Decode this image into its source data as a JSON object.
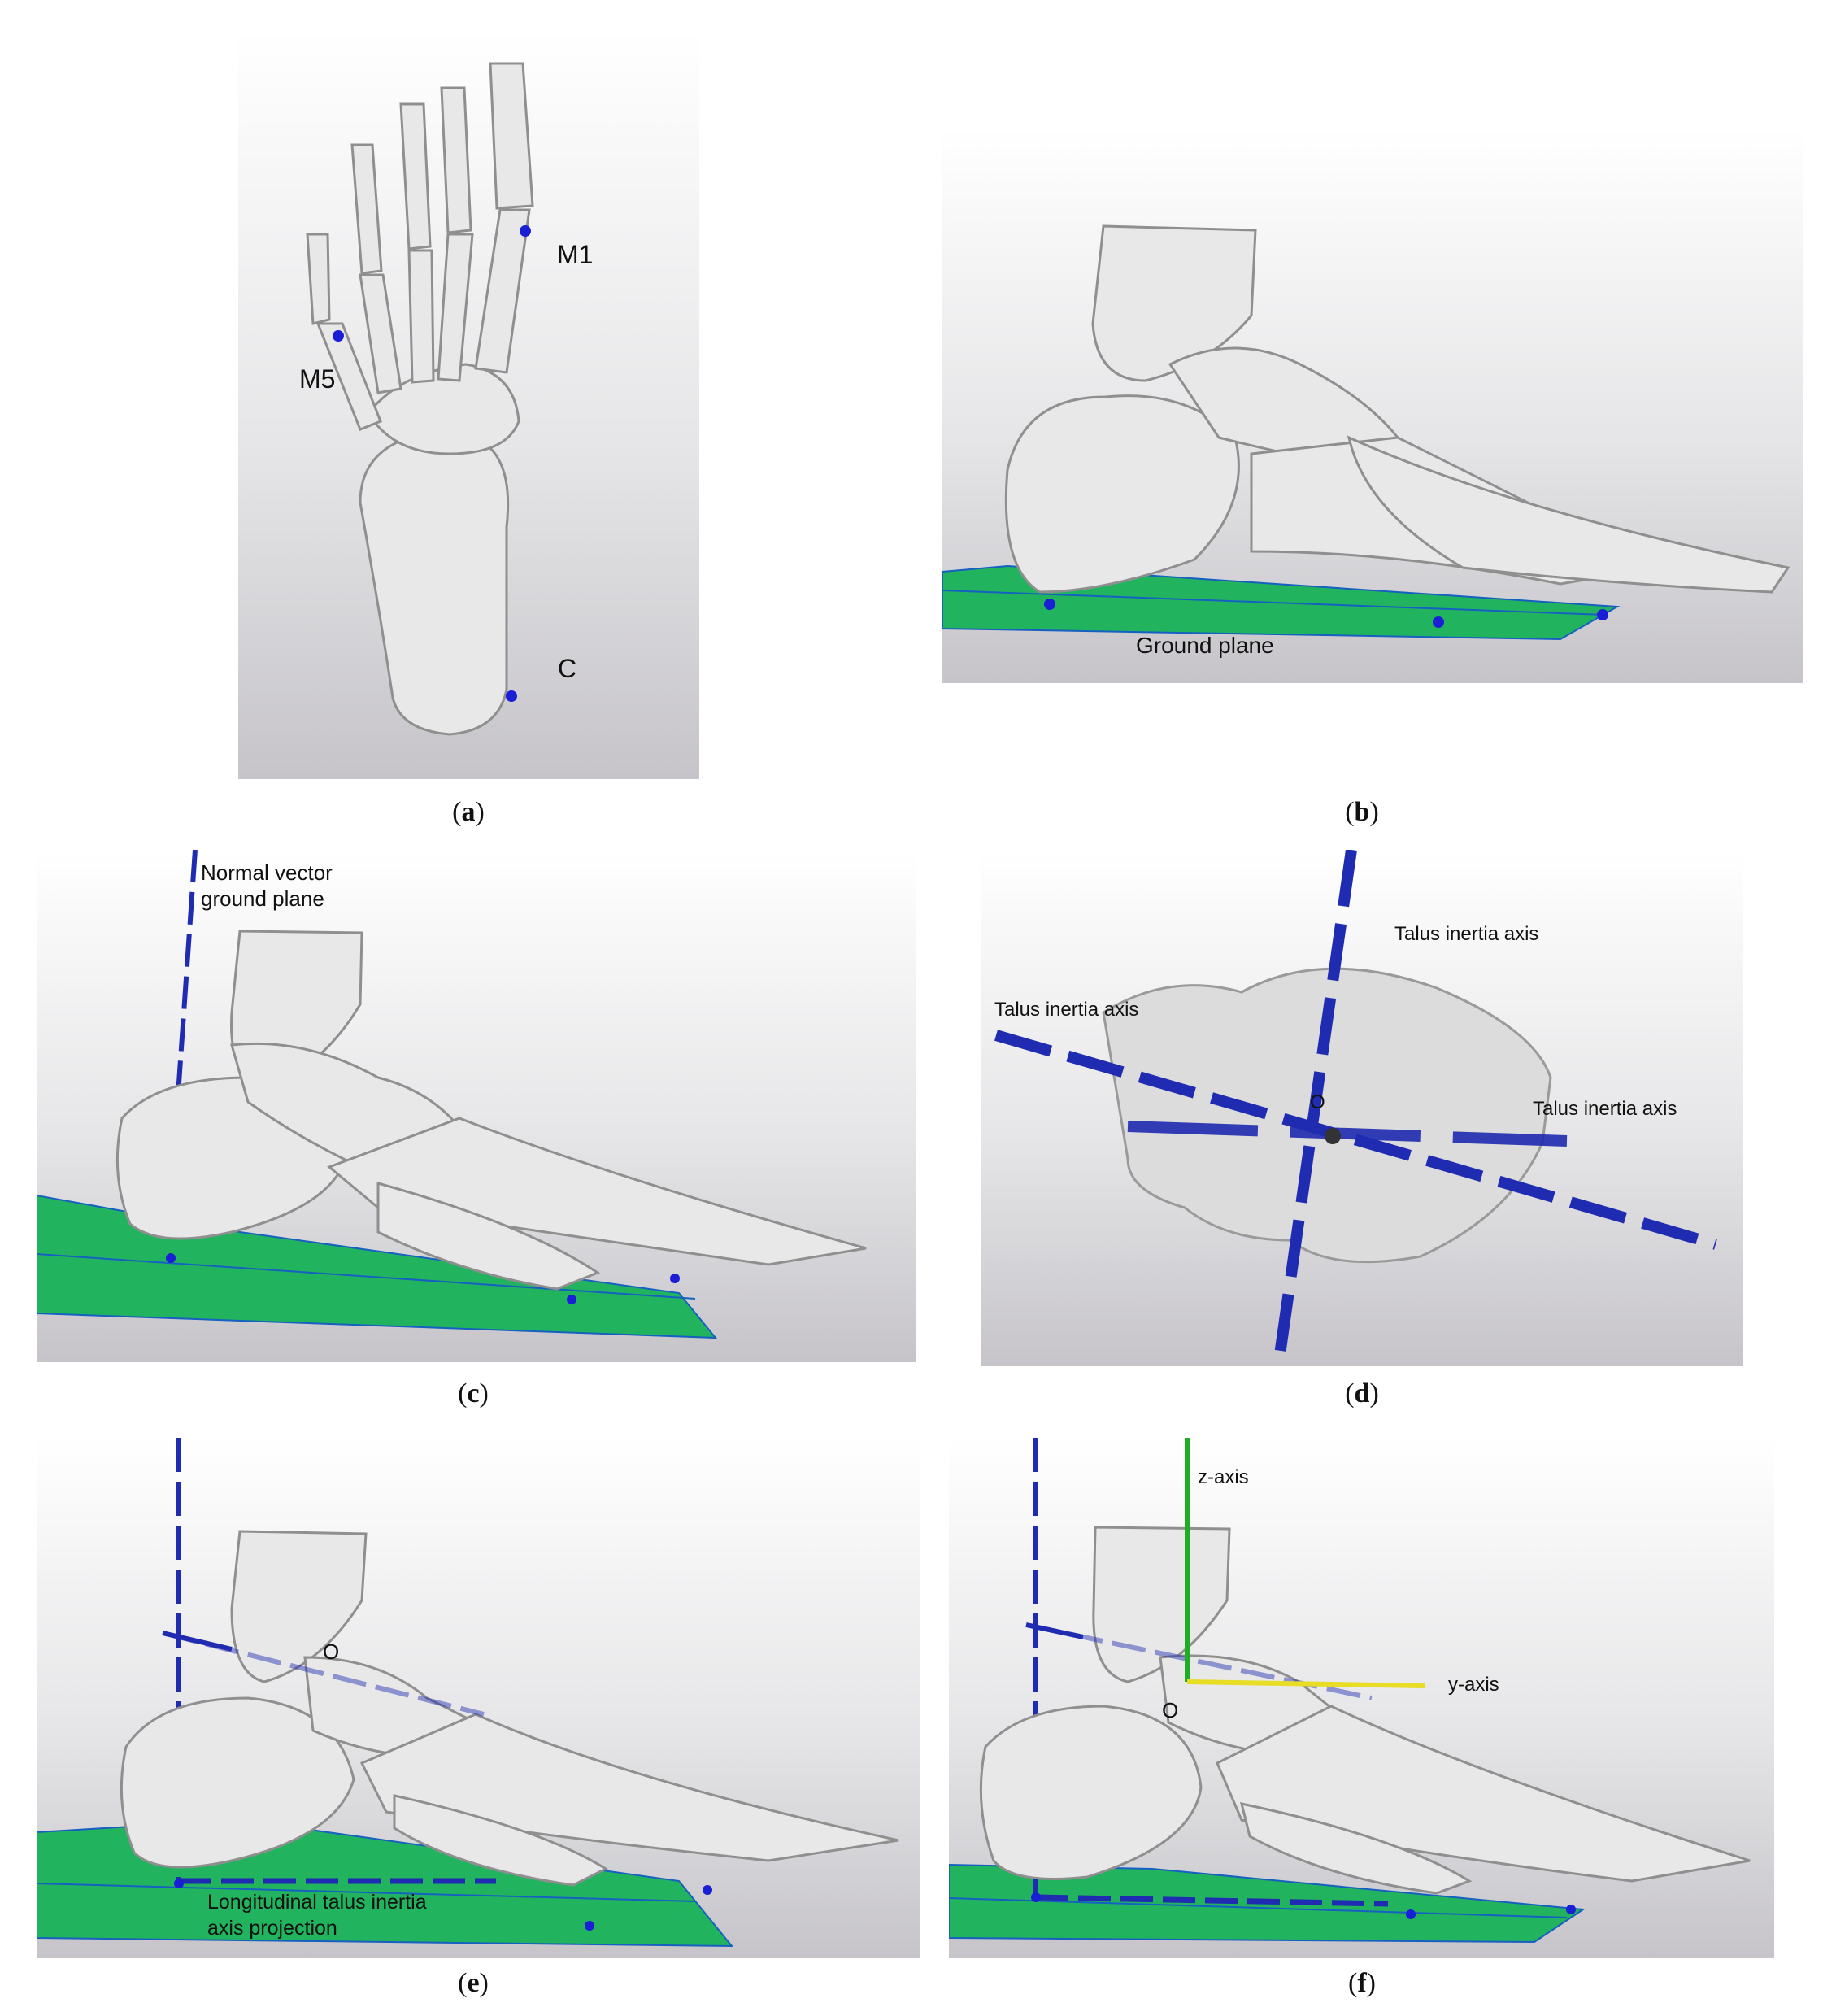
{
  "colors": {
    "bone": "#e8e8e8",
    "bone_stroke": "#8f8f8f",
    "ground_plane": "#22b35f",
    "axis_blue": "#1f2bb0",
    "z_axis": "#1fae23",
    "y_axis": "#e6dd24",
    "landmark": "#1a1fd6"
  },
  "panels": {
    "a": {
      "caption": "a",
      "labels": {
        "m1": "M1",
        "m5": "M5",
        "c": "C"
      }
    },
    "b": {
      "caption": "b",
      "labels": {
        "ground": "Ground plane"
      }
    },
    "c": {
      "caption": "c",
      "labels": {
        "normal_line1": "Normal vector",
        "normal_line2": "ground plane"
      }
    },
    "d": {
      "caption": "d",
      "labels": {
        "axis_top": "Talus inertia axis",
        "axis_left": "Talus inertia axis",
        "axis_right": "Talus inertia axis",
        "origin": "O"
      }
    },
    "e": {
      "caption": "e",
      "labels": {
        "origin": "O",
        "projection_line1": "Longitudinal talus inertia",
        "projection_line2": "axis projection"
      }
    },
    "f": {
      "caption": "f",
      "labels": {
        "z": "z-axis",
        "y": "y-axis",
        "origin": "O"
      }
    }
  }
}
